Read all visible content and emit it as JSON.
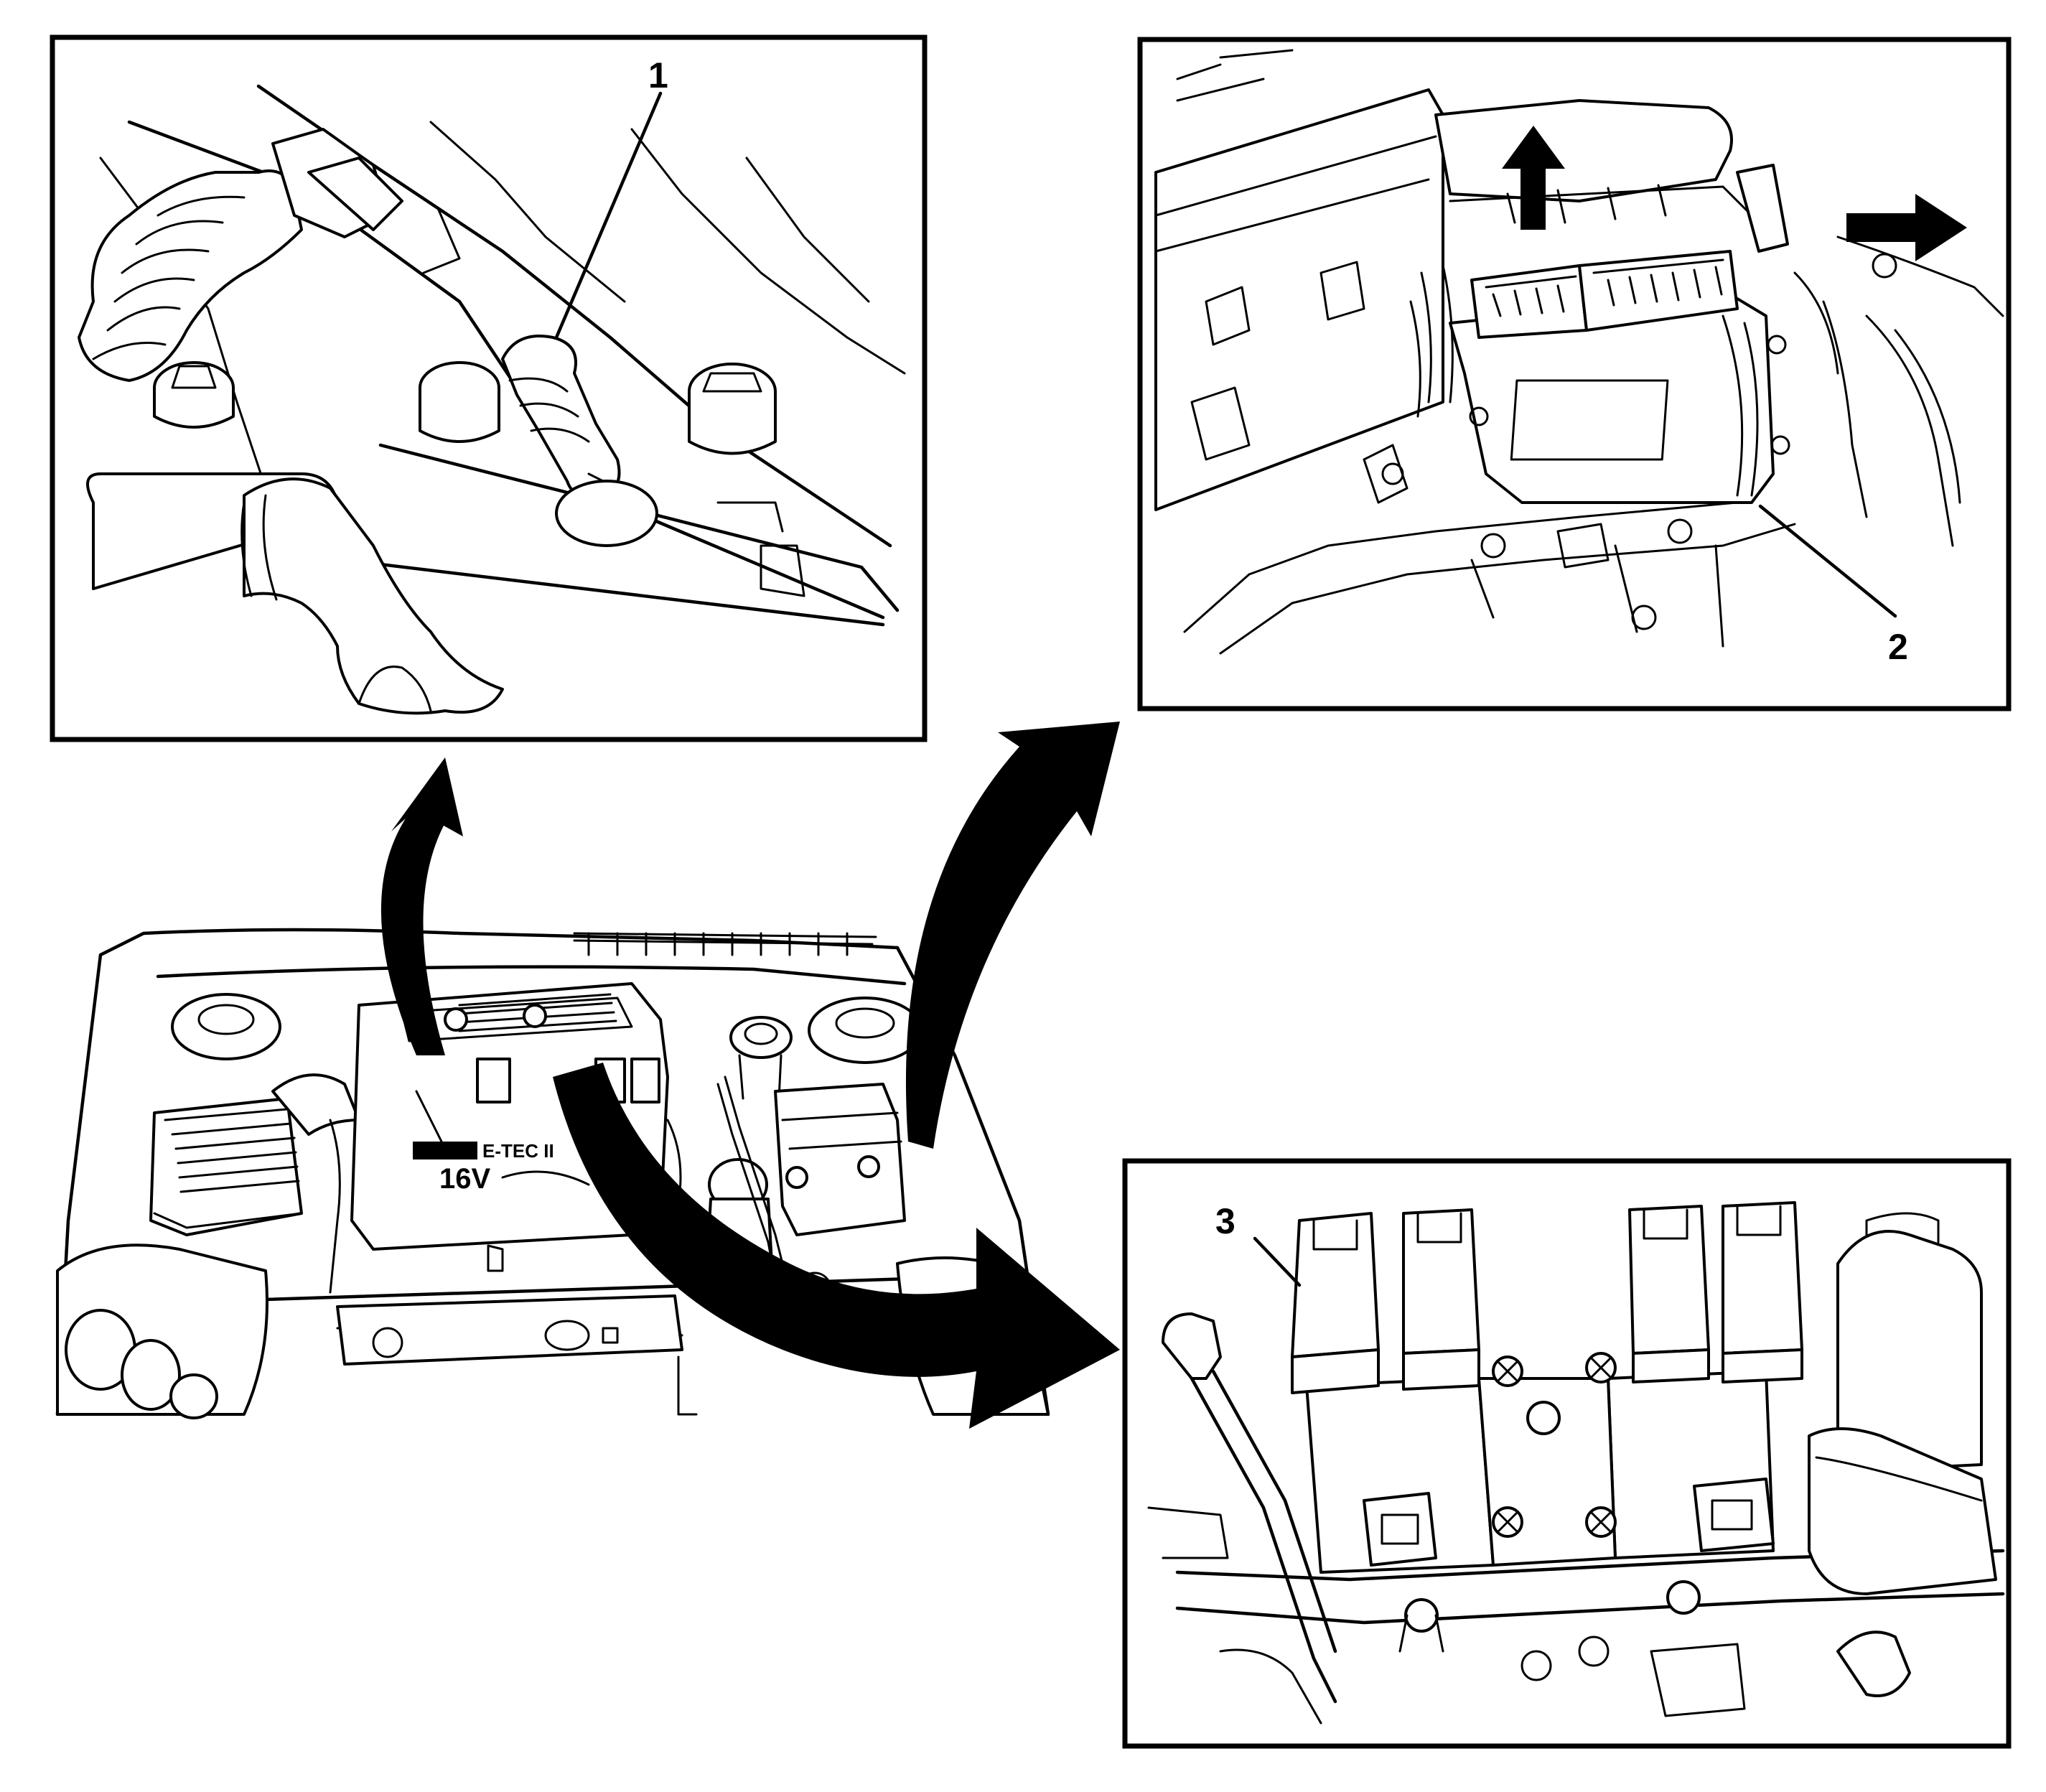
{
  "callouts": {
    "c1": "1",
    "c2": "2",
    "c3": "3"
  },
  "engine_cover": {
    "line1": "E-TEC II",
    "line2": "16V"
  },
  "colors": {
    "ink": "#000000",
    "paper": "#ffffff"
  },
  "icons": {
    "arrow_up": "arrow-up-icon",
    "arrow_right": "arrow-right-icon"
  }
}
